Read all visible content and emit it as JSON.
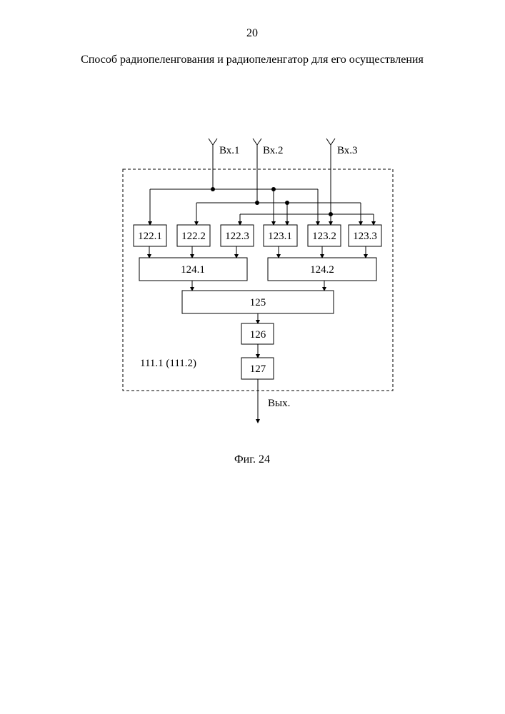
{
  "page_number": "20",
  "title": "Способ радиопеленгования и радиопеленгатор для его осуществления",
  "figure_caption": "Фиг. 24",
  "diagram": {
    "inputs": [
      "Вх.1",
      "Вх.2",
      "Вх.3"
    ],
    "output": "Вых.",
    "group_label": "111.1 (111.2)",
    "blocks_row1": [
      "122.1",
      "122.2",
      "122.3",
      "123.1",
      "123.2",
      "123.3"
    ],
    "blocks_row2": [
      "124.1",
      "124.2"
    ],
    "block_125": "125",
    "block_126": "126",
    "block_127": "127"
  }
}
